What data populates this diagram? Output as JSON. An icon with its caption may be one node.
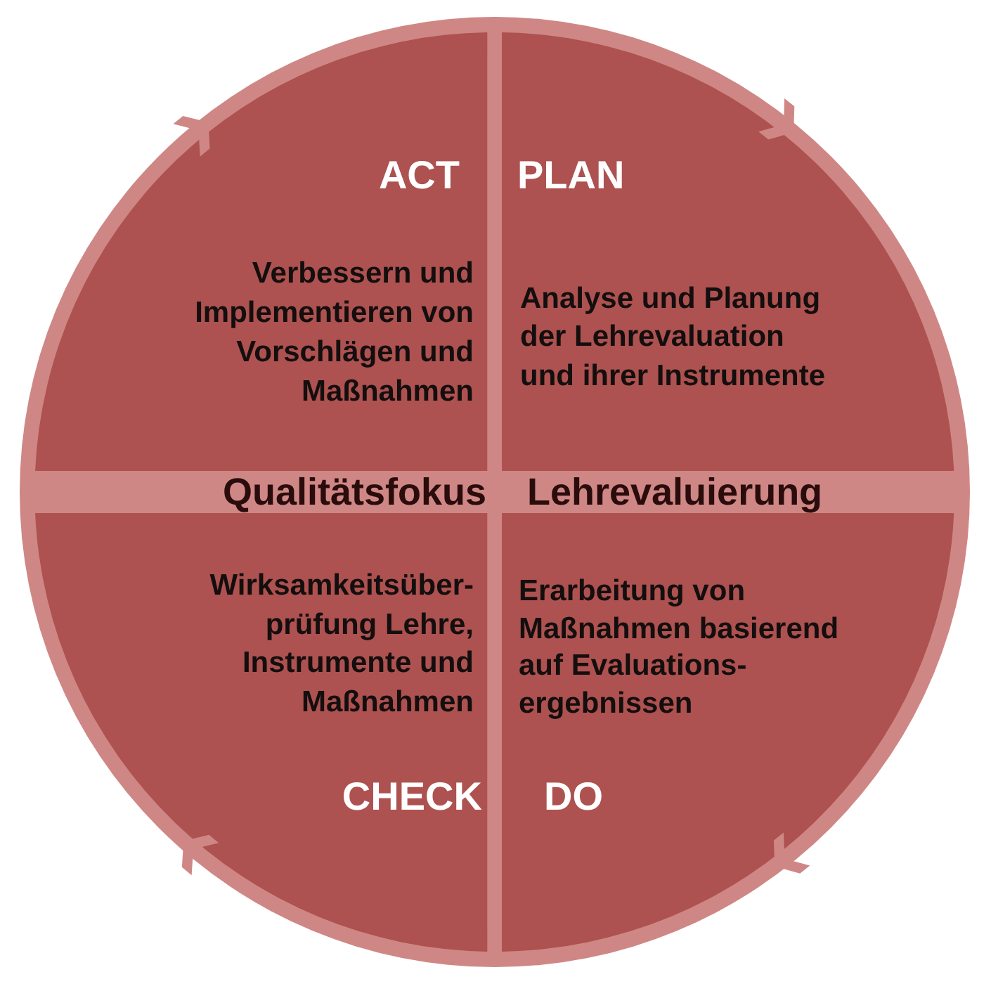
{
  "diagram": {
    "nodes": [
      {
        "text": [],
        "shape": "circle"
      },
      {
        "text": [
          "ACT",
          "Verbessern und Implementieren von Vorschlägen und Maßnahmen"
        ],
        "in": 0
      },
      {
        "text": [
          "PLAN",
          "Analyse und Planung der Lehrevaluation und ihrer Instrumente"
        ],
        "in": 0
      },
      {
        "text": [
          "Qualitätsfokus",
          "Lehrevaluierung"
        ],
        "in": 0
      },
      {
        "text": [
          "Wirksamkeitsüber-prüfung Lehre, Instrumente und Maßnahmen",
          "CHECK"
        ],
        "in": 0
      },
      {
        "text": [
          "Erarbeitung von Maßnahmen basierend auf Evaluations-ergebnissen",
          "DO"
        ],
        "in": 0
      }
    ]
  }
}
